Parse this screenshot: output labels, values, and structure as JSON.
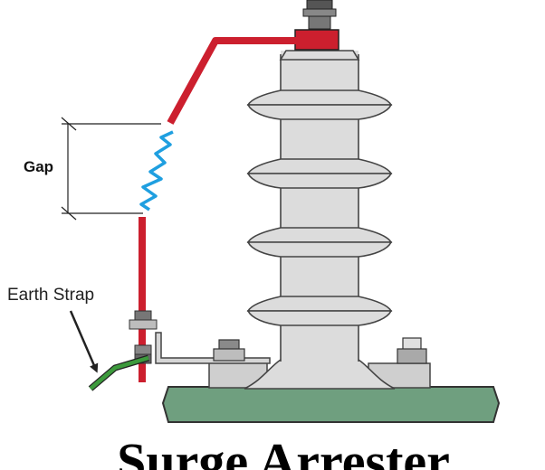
{
  "labels": {
    "gap": "Gap",
    "earth_strap": "Earth Strap",
    "title": "Surge Arrester"
  },
  "colors": {
    "conductor": "#cc1f2e",
    "spark": "#1f9fe0",
    "earth_strap": "#3c9a3c",
    "porcelain": "#dcdcdc",
    "porcelain_edge": "#444444",
    "base_plate": "#6f9f7f",
    "hardware": "#c8c8c8"
  },
  "icons": {
    "spark": "zigzag-spark-icon",
    "pointer": "arrow-icon"
  }
}
